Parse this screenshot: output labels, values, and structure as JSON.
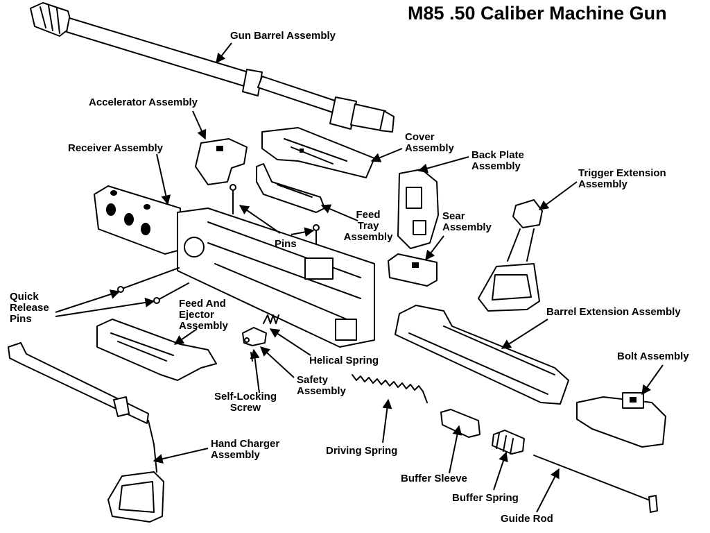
{
  "title": "M85 .50 Caliber Machine Gun",
  "labels": {
    "gun_barrel": "Gun Barrel Assembly",
    "accelerator": "Accelerator Assembly",
    "receiver": "Receiver Assembly",
    "cover": "Cover\nAssembly",
    "back_plate": "Back Plate\nAssembly",
    "trigger_extension": "Trigger Extension\nAssembly",
    "feed_tray": "Feed\nTray\nAssembly",
    "pins": "Pins",
    "sear": "Sear\nAssembly",
    "quick_release": "Quick\nRelease\nPins",
    "feed_ejector": "Feed And\nEjector\nAssembly",
    "barrel_extension": "Barrel Extension Assembly",
    "bolt": "Bolt Assembly",
    "helical_spring": "Helical Spring",
    "safety": "Safety\nAssembly",
    "self_locking": "Self-Locking\nScrew",
    "driving_spring": "Driving Spring",
    "hand_charger": "Hand Charger\nAssembly",
    "buffer_sleeve": "Buffer Sleeve",
    "buffer_spring": "Buffer Spring",
    "guide_rod": "Guide Rod"
  }
}
